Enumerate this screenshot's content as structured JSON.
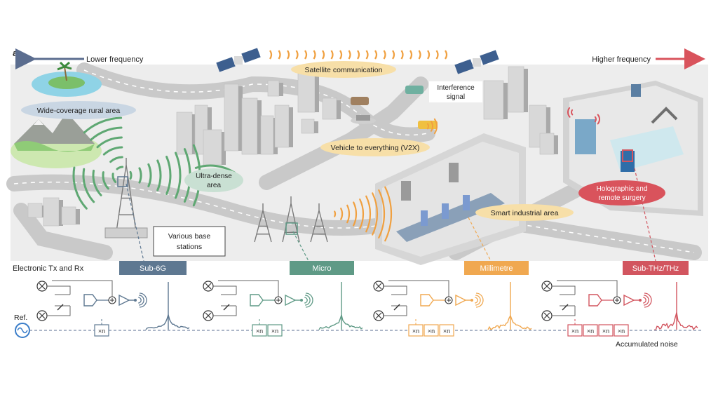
{
  "panel_letter": "a",
  "frequency_axis": {
    "lower": "Lower frequency",
    "higher": "Higher frequency"
  },
  "scenarios": {
    "rural": "Wide-coverage rural area",
    "satellite": "Satellite communication",
    "interference": [
      "Interference",
      "signal"
    ],
    "v2x": "Vehicle to everything (V2X)",
    "ultra_dense": [
      "Ultra-dense",
      "area"
    ],
    "base_stations": [
      "Various base",
      "stations"
    ],
    "industrial": "Smart industrial area",
    "surgery": [
      "Holographic and",
      "remote surgery"
    ]
  },
  "bands": [
    {
      "name": "Sub-6G",
      "color": "#5e7891",
      "multipliers": 1
    },
    {
      "name": "Micro",
      "color": "#5f9a86",
      "multipliers": 2
    },
    {
      "name": "Millimetre",
      "color": "#f0a850",
      "multipliers": 3
    },
    {
      "name": "Sub-THz/THz",
      "color": "#d2555f",
      "multipliers": 4
    }
  ],
  "circuit": {
    "section_label": "Electronic Tx and Rx",
    "ref_label": "Ref.",
    "multiplier_label": "×n",
    "noise_label": "Accumulated noise"
  },
  "colors": {
    "low_arrow": "#5b6d8f",
    "high_arrow": "#d9535c",
    "wave_orange": "#f0a040",
    "wave_green": "#5fa873"
  }
}
